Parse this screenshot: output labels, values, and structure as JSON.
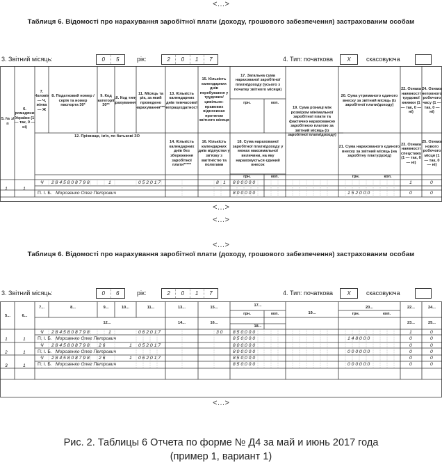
{
  "ellipsis": "<…>",
  "section1": {
    "title": "Таблиця 6. Відомості про нарахування заробітної плати (доходу, грошового забезпечення) застрахованим особам",
    "month_label": "3. Звітний місяць:",
    "month_digits": [
      "0",
      "5"
    ],
    "year_label": "рік:",
    "year_digits": [
      "2",
      "0",
      "1",
      "7"
    ],
    "type_label": "4. Тип: початкова",
    "type_mark": "X",
    "cancel_label": "скасовуюча",
    "headers": {
      "h5": "5. № з/п",
      "h6": "6. Громадянин України (1 — так, 0 — ні)",
      "h7": "7. Чоловік — Ч, жінка — Ж",
      "h8": "8. Податковий номер /серія та номер паспорта 30*",
      "h9": "9. Код категорії 30**",
      "h10": "10. Код типу нарахування***",
      "h11": "11. Місяць та рік, за який проведено нарахування****",
      "h13": "13. Кількість календарних днів тимчасової непрацездатності",
      "h14": "14. Кількість календарних днів без збереження заробітної плати*****",
      "h15": "15. Кількість календарних днів перебування у трудових/цивільно-правових відносинах протягом звітного місяця",
      "h16": "16. Кількість календарних днів відпустки у зв'язку з вагітністю та пологами",
      "h17": "17. Загальна сума нарахованої заробітної плати/доходу (усього з початку звітного місяця)",
      "h18": "18. Сума нарахованої заробітної плати/доходу у межах максимальної величини, на яку нараховується єдиний внесок",
      "h19": "19. Сума різниці між розміром мінімальної заробітної плати та фактично нарахованою заробітною платою за звітний місяць (із заробітної плати/доходу)",
      "h20": "20. Сума утриманого єдиного внеску за звітний місяць (із заробітної плати/доходу)",
      "h21": "21. Сума нарахованого єдиного внеску за звітний місяць (на заробітну плату/дохід)",
      "h22": "22. Ознака наявності трудової книжки (1 — так, 0 — ні)",
      "h23": "23. Ознака наявності спецстажу (1 — так, 0 — ні)",
      "h24": "24. Ознака неповного робочого часу (1 — так, 0 — ні)",
      "h25": "25. Ознака нового робочого місця (1 — так, 0 — ні)",
      "h12": "12. Прізвище, ім'я, по батькові ЗО",
      "grn": "грн.",
      "kop": "коп."
    },
    "rows": [
      {
        "n5": "1",
        "n6": "1",
        "c7": "Ч",
        "tax": "2 8 4 5 8 0 8 7 9 8",
        "c9": "1",
        "c11": "0 5 2 0 1 7",
        "c15": "8",
        "c15b": "1",
        "c17": "8 0 0 0 0 0",
        "c18": "8 0 0 0 0 0",
        "pib_label": "П. І. Б.",
        "pib": "Морозенко Олег Петрович",
        "c20": "",
        "c21": "1 5 2 0 0 0",
        "c22": "1",
        "c23": "0",
        "c24": "0",
        "c25": "0"
      }
    ]
  },
  "section2": {
    "title": "Таблиця 6. Відомості про нарахування заробітної плати (доходу, грошового забезпечення) застрахованим особам",
    "month_label": "3. Звітний місяць:",
    "month_digits": [
      "0",
      "6"
    ],
    "year_label": "рік:",
    "year_digits": [
      "2",
      "0",
      "1",
      "7"
    ],
    "type_label": "4. Тип: початкова",
    "type_mark": "X",
    "cancel_label": "скасовуюча",
    "headers": {
      "h5": "5...",
      "h6": "6...",
      "h7": "7...",
      "h8": "8...",
      "h9": "9...",
      "h10": "10...",
      "h11": "11...",
      "h13": "13...",
      "h14": "14...",
      "h15": "15...",
      "h16": "16...",
      "h17": "17...",
      "h18": "18...",
      "h19": "19...",
      "h20": "20...",
      "h22": "22...",
      "h23": "23...",
      "h24": "24...",
      "h25": "25...",
      "h12": "12...",
      "grn": "грн.",
      "kop": "коп."
    },
    "rows": [
      {
        "n5": "1",
        "n6": "1",
        "c7": "Ч",
        "tax": "2 8 4 5 8 0 8 7 9 8",
        "c9": "1",
        "c10": "",
        "c11": "0 6 2 0 1 7",
        "c15": "3 0",
        "c17": "8 5 0 0 0 0",
        "c18": "8 5 0 0 0 0",
        "pib_label": "П. І. Б.",
        "pib": "Морозенко Олег Петрович",
        "c21": "1 4 8 0 0 0",
        "c22": "1",
        "c23": "0",
        "c24": "0",
        "c25": "0"
      },
      {
        "n5": "2",
        "n6": "1",
        "c7": "Ч",
        "tax": "2 8 4 5 8 0 8 7 9 8",
        "c9": "2 6",
        "c10": "1",
        "c11": "0 5 2 0 1 7",
        "c15": "",
        "c17": "8 0 0 0 0 0",
        "c18": "8 0 0 0 0 0",
        "pib_label": "П. І. Б.",
        "pib": "Морозенко Олег Петрович",
        "c21": "0 0 0 0 0 0",
        "c22": "0",
        "c23": "0",
        "c24": "0",
        "c25": "0"
      },
      {
        "n5": "3",
        "n6": "1",
        "c7": "Ч",
        "tax": "2 8 4 5 8 0 8 7 9 8",
        "c9": "2 6",
        "c10": "1",
        "c11": "0 6 2 0 1 7",
        "c15": "",
        "c17": "8 5 0 0 0 0",
        "c18": "8 5 0 0 0 0",
        "pib_label": "П. І. Б.",
        "pib": "Морозенко Олег Петрович",
        "c21": "0 0 0 0 0 0",
        "c22": "0",
        "c23": "0",
        "c24": "0",
        "c25": "0"
      }
    ]
  },
  "caption": {
    "line1": "Рис. 2. Таблицы 6 Отчета по форме № Д4 за май и июнь 2017 года",
    "line2": "(пример 1, вариант 1)"
  }
}
